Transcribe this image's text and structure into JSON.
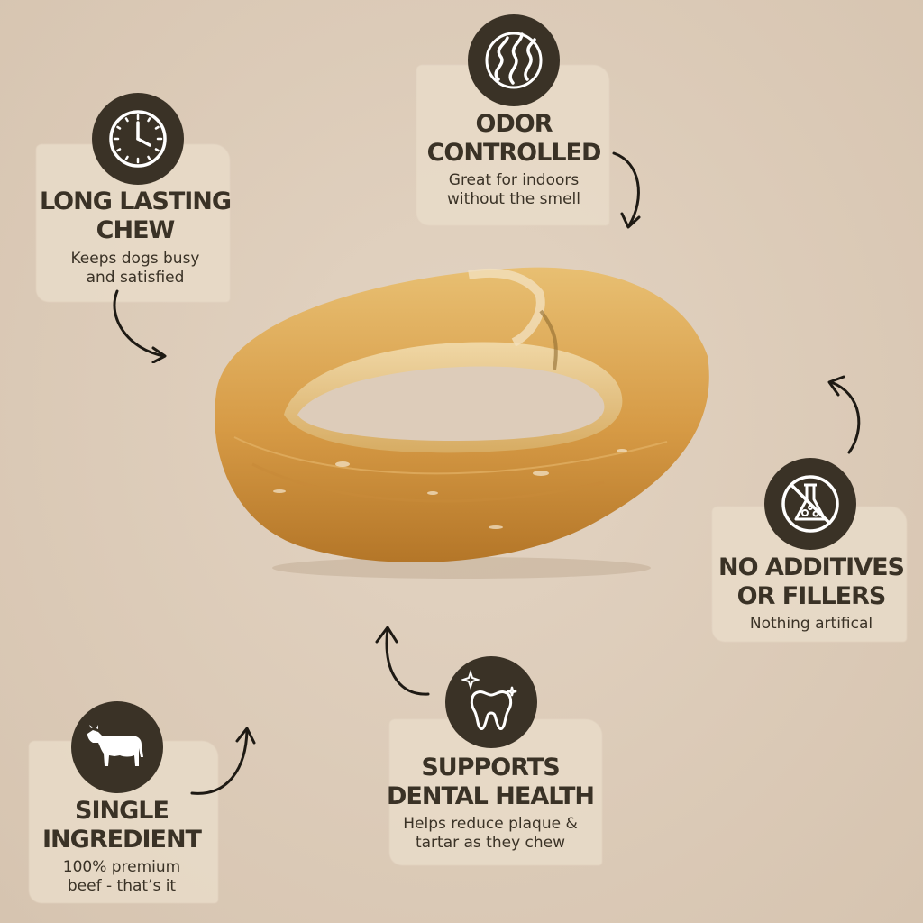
{
  "features": [
    {
      "id": "long-lasting",
      "title_line1": "LONG LASTING",
      "title_line2": "CHEW",
      "desc_line1": "Keeps dogs busy",
      "desc_line2": "and satisfied",
      "icon": "clock-icon"
    },
    {
      "id": "odor-controlled",
      "title_line1": "ODOR",
      "title_line2": "CONTROLLED",
      "desc_line1": "Great for indoors",
      "desc_line2": "without the smell",
      "icon": "odor-waves-icon"
    },
    {
      "id": "no-additives",
      "title_line1": "NO ADDITIVES",
      "title_line2": "OR FILLERS",
      "desc_line1": "Nothing artifical",
      "icon": "no-chemicals-flask-icon"
    },
    {
      "id": "dental-health",
      "title_line1": "SUPPORTS",
      "title_line2": "DENTAL HEALTH",
      "desc_line1": "Helps reduce plaque &",
      "desc_line2": "tartar as they chew",
      "icon": "sparkling-tooth-icon"
    },
    {
      "id": "single-ingredient",
      "title_line1": "SINGLE",
      "title_line2": "INGREDIENT",
      "desc_line1": "100% premium",
      "desc_line2": "beef - that’s it",
      "icon": "cow-icon"
    }
  ],
  "colors": {
    "background": "#ddccba",
    "icon_badge": "#3a3226",
    "text": "#3a3226",
    "product": "#d9a455"
  }
}
